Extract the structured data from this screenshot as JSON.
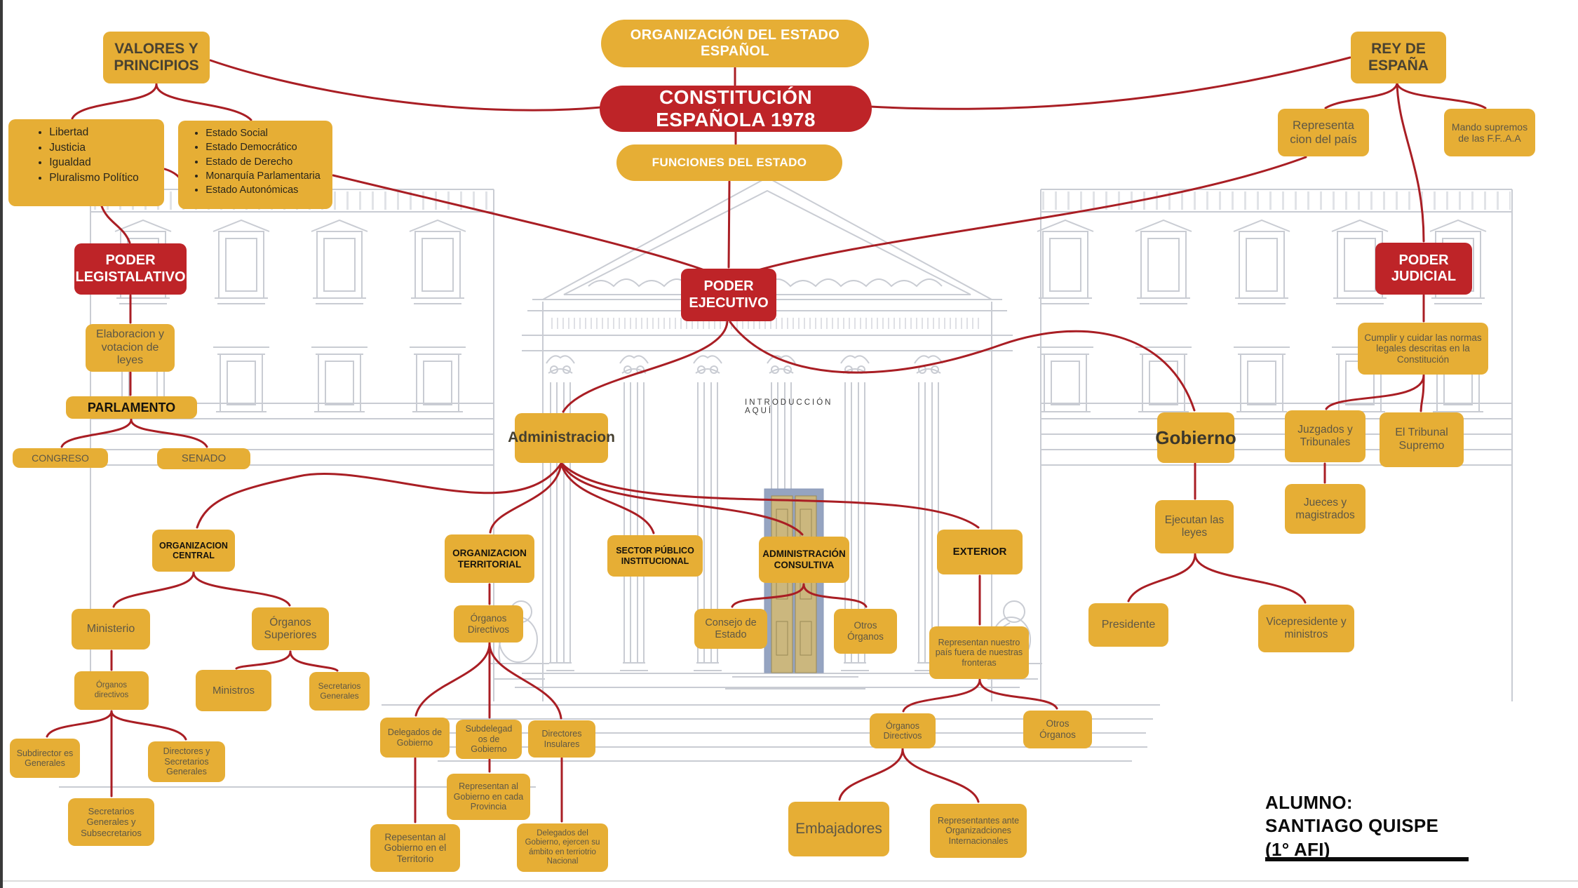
{
  "colors": {
    "node_gold": "#E6AE35",
    "node_red": "#BE2428",
    "connector_red": "#A91E24",
    "building_gray": "#C9CCD3",
    "door_blue": "#95A4C1"
  },
  "header": {
    "org_estado": "ORGANIZACIÓN DEL ESTADO ESPAÑOL",
    "constitucion": "CONSTITUCIÓN ESPAÑOLA 1978",
    "funciones": "FUNCIONES DEL ESTADO"
  },
  "values": {
    "valores": "VALORES Y PRINCIPIOS",
    "valores_items": [
      "Libertad",
      "Justicia",
      "Igualdad",
      "Pluralismo Político"
    ],
    "principios_items": [
      "Estado Social",
      "Estado Democrático",
      "Estado de Derecho",
      "Monarquía Parlamentaria",
      "Estado Autonómicas"
    ]
  },
  "monarchy": {
    "rey": "REY DE ESPAÑA",
    "representacion": "Representa cion del país",
    "mando": "Mando supremos de las F.F..A.A"
  },
  "powers": {
    "legislativo": "PODER LEGISTALATIVO",
    "ejecutivo": "PODER EJECUTIVO",
    "judicial": "PODER JUDICIAL"
  },
  "legislative": {
    "elaboracion": "Elaboracion y votacion de leyes",
    "parlamento": "PARLAMENTO",
    "congreso": "CONGRESO",
    "senado": "SENADO"
  },
  "judicial_branch": {
    "cumplir": "Cumplir y cuidar las normas legales descritas en la Constitución",
    "juzgados": "Juzgados y Tribunales",
    "tribunal_supremo": "El Tribunal Supremo",
    "jueces": "Jueces y magistrados"
  },
  "executive": {
    "administracion": "Administracion",
    "gobierno": "Gobierno",
    "ejecutan": "Ejecutan las leyes",
    "presidente": "Presidente",
    "vicepresidente": "Vicepresidente y ministros",
    "introduccion": "INTRODUCCIÓN AQUÍ"
  },
  "admin_branches": {
    "org_central": "ORGANIZACION CENTRAL",
    "org_territorial": "ORGANIZACION TERRITORIAL",
    "sector_publico": "SECTOR PÚBLICO INSTITUCIONAL",
    "admin_consultiva": "ADMINISTRACIÓN CONSULTIVA",
    "exterior": "EXTERIOR"
  },
  "central": {
    "ministerio": "Ministerio",
    "organos_superiores": "Órganos Superiores",
    "organos_directivos": "Órganos directivos",
    "ministros": "Ministros",
    "secretarios_generales": "Secretarios Generales",
    "subdirectores": "Subdirector es Generales",
    "directores_secretarios": "Directores y Secretarios Generales",
    "secretarios_subsecretarios": "Secretarios Generales y Subsecretarios"
  },
  "territorial": {
    "organos_directivos": "Órganos Directivos",
    "delegados": "Delegados de Gobierno",
    "subdelegados": "Subdelegad os de Gobierno",
    "directores_insulares": "Directores Insulares",
    "rep_provincia": "Representan al Gobierno en cada Provincia",
    "rep_territorio": "Repesentan al Gobierno en el Territorio",
    "delegados_nacional": "Delegados del Gobierno, ejercen su ámbito en terriotrio Nacional"
  },
  "consultiva": {
    "consejo_estado": "Consejo de Estado",
    "otros_organos": "Otros Órganos"
  },
  "exterior_branch": {
    "representan_pais": "Representan nuestro país fuera de nuestras fronteras",
    "organos_directivos": "Órganos Directivos",
    "otros_organos": "Otros Órganos",
    "embajadores": "Embajadores",
    "representantes": "Representantes ante Organizadciones Internacionales"
  },
  "footer": {
    "alumno_label": "ALUMNO:",
    "alumno_name": "SANTIAGO QUISPE",
    "alumno_group": "(1° AFI)"
  }
}
